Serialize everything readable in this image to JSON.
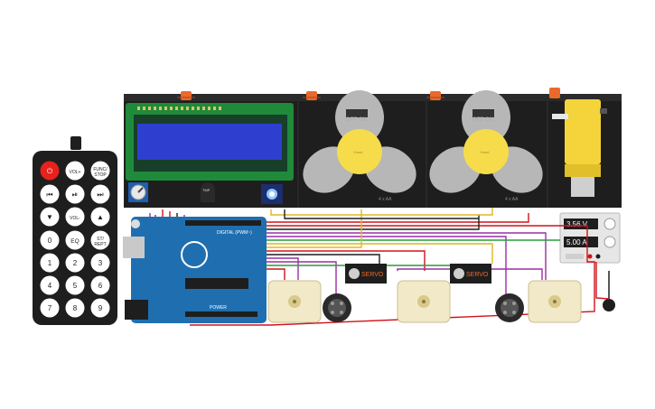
{
  "remote": {
    "buttons": [
      {
        "label": "⏻",
        "kind": "power"
      },
      {
        "label": "VOL+"
      },
      {
        "label": "FUNC/STOP"
      },
      {
        "label": "⏮"
      },
      {
        "label": "⏯"
      },
      {
        "label": "⏭"
      },
      {
        "label": "▼"
      },
      {
        "label": "VOL-"
      },
      {
        "label": "▲"
      },
      {
        "label": "0"
      },
      {
        "label": "EQ"
      },
      {
        "label": "ST/REPT"
      },
      {
        "label": "1"
      },
      {
        "label": "2"
      },
      {
        "label": "3"
      },
      {
        "label": "4"
      },
      {
        "label": "5"
      },
      {
        "label": "6"
      },
      {
        "label": "7"
      },
      {
        "label": "8"
      },
      {
        "label": "9"
      }
    ]
  },
  "lcd": {
    "text": ""
  },
  "fans": [
    {
      "switch_off": "OFF",
      "switch_on": "ON",
      "battery": "4 x AA",
      "hub": "Ymmt"
    },
    {
      "switch_off": "OFF",
      "switch_on": "ON",
      "battery": "4 x AA",
      "hub": "Ymmt"
    }
  ],
  "power_supply": {
    "voltage": "3.56 V",
    "current": "5.00 A"
  },
  "servos": [
    {
      "label": "SERVO"
    },
    {
      "label": "SERVO"
    }
  ],
  "arduino": {
    "digital_label": "DIGITAL (PWM~)",
    "power_label": "POWER"
  },
  "colors": {
    "board_black": "#1e1e1e",
    "lcd_green": "#1f8a3a",
    "lcd_screen": "#2e3fd0",
    "fan_blade": "#b7b7b7",
    "fan_hub": "#f6dc4a",
    "power_button": "#e5221c",
    "arduino_blue": "#1f6fb0",
    "wire_red": "#d0121b",
    "wire_purple": "#9b2ea6",
    "wire_green": "#2a9b3a",
    "wire_yellow": "#e1b720"
  }
}
